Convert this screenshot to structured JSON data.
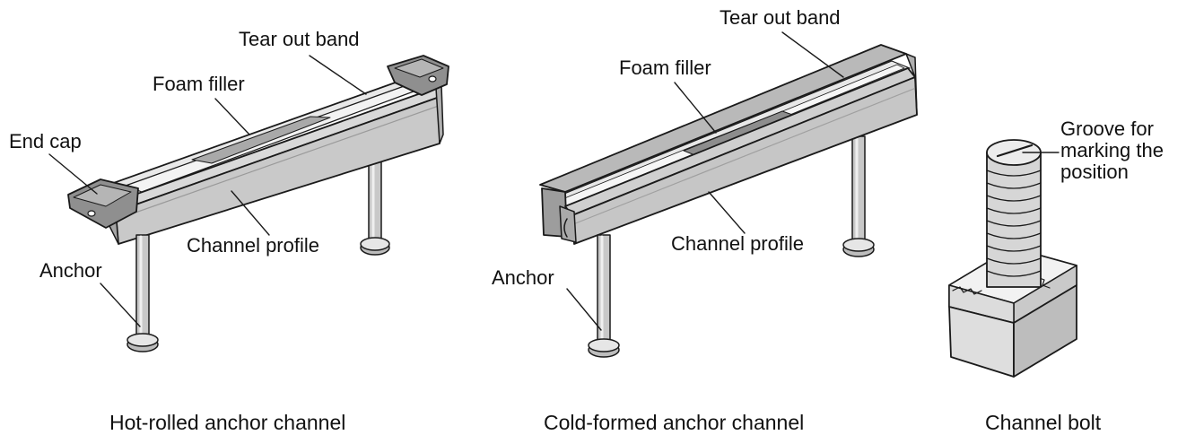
{
  "hot_rolled": {
    "caption": "Hot-rolled anchor channel",
    "labels": {
      "tear_out_band": "Tear out band",
      "foam_filler": "Foam filler",
      "end_cap": "End cap",
      "channel_profile": "Channel profile",
      "anchor": "Anchor"
    }
  },
  "cold_formed": {
    "caption": "Cold-formed anchor channel",
    "labels": {
      "tear_out_band": "Tear out band",
      "foam_filler": "Foam filler",
      "channel_profile": "Channel profile",
      "anchor": "Anchor"
    }
  },
  "channel_bolt": {
    "caption": "Channel bolt",
    "labels": {
      "groove_line1": "Groove for",
      "groove_line2": "marking the",
      "groove_line3": "position"
    }
  },
  "colors": {
    "outline": "#1a1a1a",
    "metal_light": "#e6e6e6",
    "metal_mid": "#bdbdbd",
    "metal_dark": "#8f8f8f",
    "foam": "#a9a9a9",
    "band": "#f0f0f0"
  }
}
